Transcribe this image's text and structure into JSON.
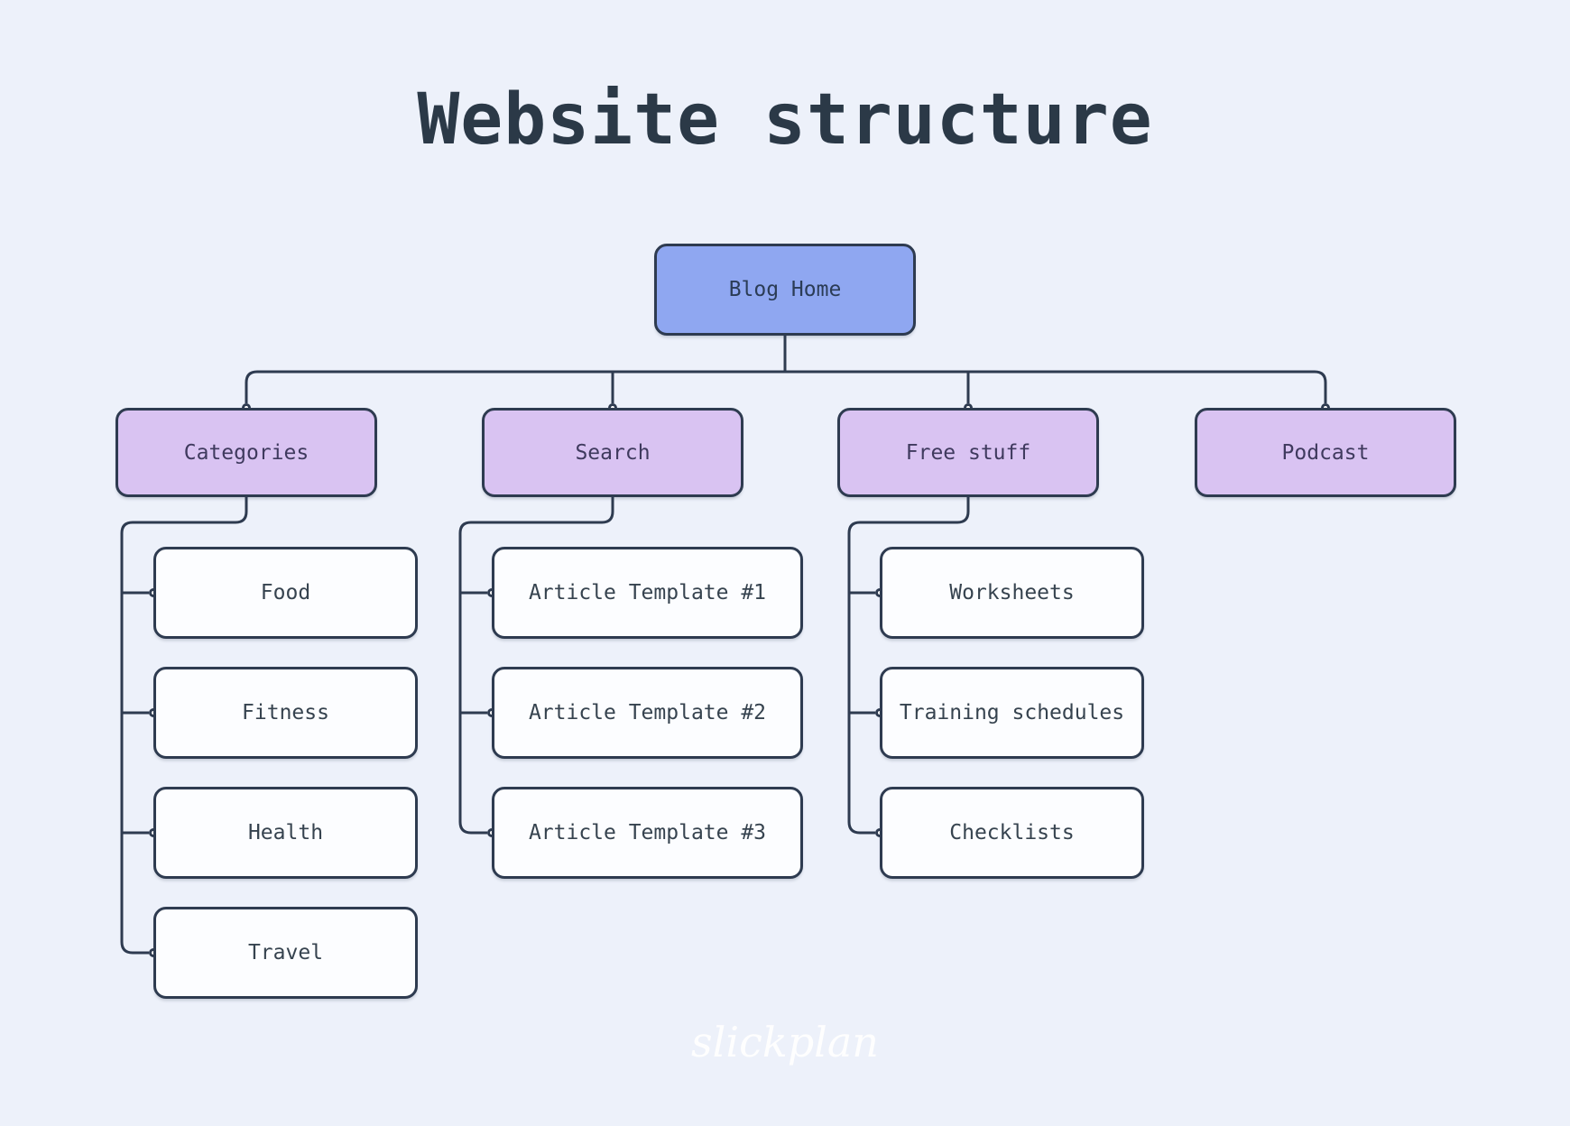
{
  "title": "Website structure",
  "watermark": "slickplan",
  "colors": {
    "background": "#edf1fa",
    "line": "#2e3b50",
    "title-text": "#2b3947",
    "root-fill": "#8fa7f1",
    "root-text": "#2b3c56",
    "branch-fill": "#d9c3f2",
    "branch-text": "#3f3a5e",
    "leaf-fill": "#fcfdff",
    "leaf-text": "#36434f"
  },
  "tree": {
    "root": {
      "label": "Blog Home"
    },
    "branches": [
      {
        "label": "Categories",
        "children": [
          {
            "label": "Food"
          },
          {
            "label": "Fitness"
          },
          {
            "label": "Health"
          },
          {
            "label": "Travel"
          }
        ]
      },
      {
        "label": "Search",
        "children": [
          {
            "label": "Article Template #1"
          },
          {
            "label": "Article Template #2"
          },
          {
            "label": "Article Template #3"
          }
        ]
      },
      {
        "label": "Free stuff",
        "children": [
          {
            "label": "Worksheets"
          },
          {
            "label": "Training schedules"
          },
          {
            "label": "Checklists"
          }
        ]
      },
      {
        "label": "Podcast",
        "children": []
      }
    ]
  }
}
